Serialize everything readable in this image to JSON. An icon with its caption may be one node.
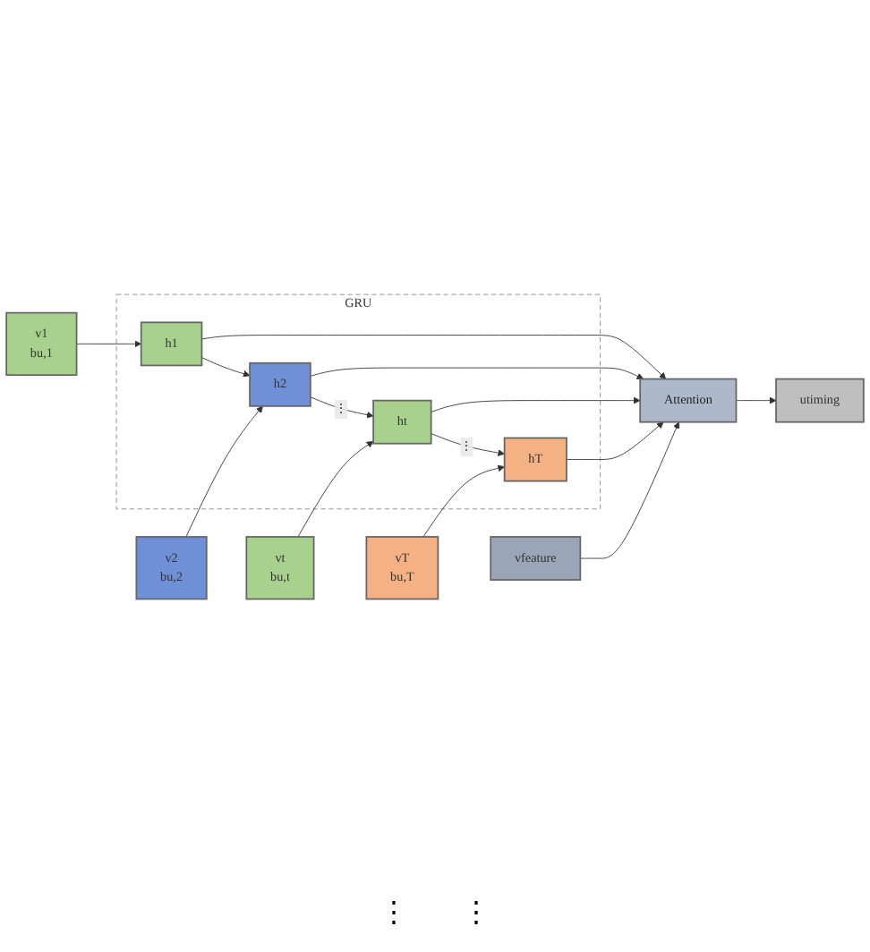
{
  "diagram": {
    "nodes": [
      {
        "text": [
          "GRU"
        ]
      },
      {
        "text": [
          "v1",
          "bu,1"
        ]
      },
      {
        "text": [
          "v2",
          "bu,2"
        ]
      },
      {
        "text": [
          "vt",
          "bu,t"
        ]
      },
      {
        "text": [
          "vT",
          "bu,T"
        ]
      },
      {
        "text": [
          "h1"
        ],
        "in": 0
      },
      {
        "text": [
          "h2"
        ],
        "in": 0
      },
      {
        "text": [
          "ht"
        ],
        "in": 0
      },
      {
        "text": [
          "hT"
        ],
        "in": 0
      },
      {
        "text": [
          "Attention"
        ]
      },
      {
        "text": [
          "utiming"
        ]
      },
      {
        "text": [
          "vfeature"
        ]
      }
    ],
    "edges": [
      {
        "from": 1,
        "to": 5,
        "arrow": "to"
      },
      {
        "from": 2,
        "to": 6,
        "arrow": "to"
      },
      {
        "from": 3,
        "to": 7,
        "arrow": "to"
      },
      {
        "from": 4,
        "to": 8,
        "arrow": "to"
      },
      {
        "from": 5,
        "to": 6,
        "arrow": "to"
      },
      {
        "from": 6,
        "to": 7,
        "arrow": "to",
        "label": "⋮"
      },
      {
        "from": 7,
        "to": 8,
        "arrow": "to",
        "label": "⋮"
      },
      {
        "from": 5,
        "to": 9,
        "arrow": "to"
      },
      {
        "from": 6,
        "to": 9,
        "arrow": "to"
      },
      {
        "from": 7,
        "to": 9,
        "arrow": "to"
      },
      {
        "from": 8,
        "to": 9,
        "arrow": "to"
      },
      {
        "from": 9,
        "to": 10,
        "arrow": "to"
      },
      {
        "from": 11,
        "to": 9,
        "arrow": "to"
      }
    ],
    "labels": [
      "⋮",
      "⋮"
    ]
  }
}
